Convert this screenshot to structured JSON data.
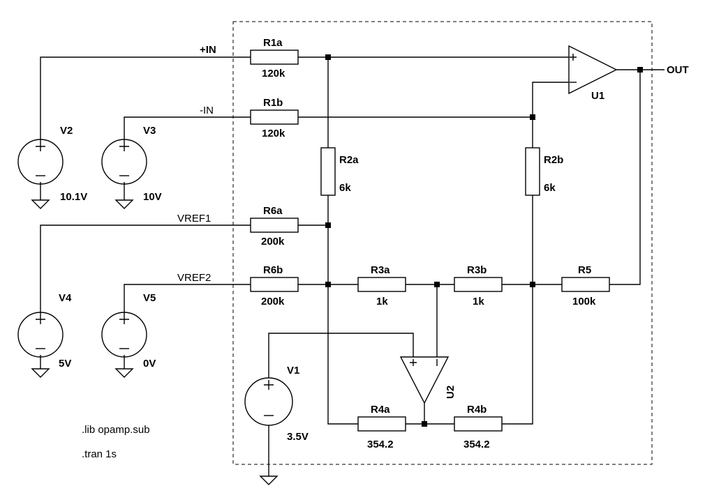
{
  "nets": {
    "pos_in": "+IN",
    "neg_in": "-IN",
    "vref1": "VREF1",
    "vref2": "VREF2",
    "out": "OUT"
  },
  "resistors": {
    "R1a": {
      "name": "R1a",
      "value": "120k"
    },
    "R1b": {
      "name": "R1b",
      "value": "120k"
    },
    "R2a": {
      "name": "R2a",
      "value": "6k"
    },
    "R2b": {
      "name": "R2b",
      "value": "6k"
    },
    "R6a": {
      "name": "R6a",
      "value": "200k"
    },
    "R6b": {
      "name": "R6b",
      "value": "200k"
    },
    "R3a": {
      "name": "R3a",
      "value": "1k"
    },
    "R3b": {
      "name": "R3b",
      "value": "1k"
    },
    "R5": {
      "name": "R5",
      "value": "100k"
    },
    "R4a": {
      "name": "R4a",
      "value": "354.2"
    },
    "R4b": {
      "name": "R4b",
      "value": "354.2"
    }
  },
  "sources": {
    "V1": {
      "name": "V1",
      "value": "3.5V"
    },
    "V2": {
      "name": "V2",
      "value": "10.1V"
    },
    "V3": {
      "name": "V3",
      "value": "10V"
    },
    "V4": {
      "name": "V4",
      "value": "5V"
    },
    "V5": {
      "name": "V5",
      "value": "0V"
    }
  },
  "opamps": {
    "U1": {
      "name": "U1"
    },
    "U2": {
      "name": "U2"
    }
  },
  "directives": {
    "lib": ".lib opamp.sub",
    "tran": ".tran 1s"
  }
}
